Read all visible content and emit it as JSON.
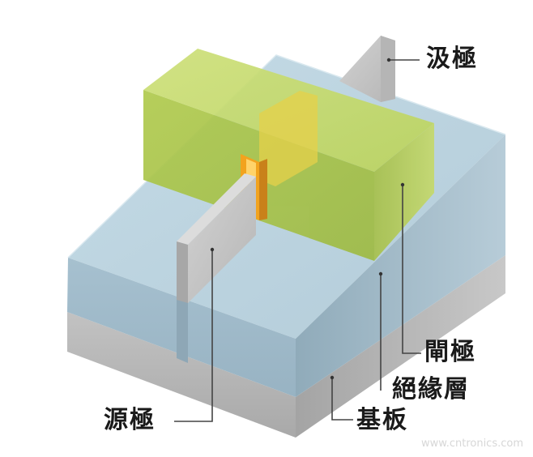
{
  "labels": {
    "drain": "汲極",
    "gate": "閘極",
    "insulator": "絕緣層",
    "source": "源極",
    "substrate": "基板"
  },
  "watermark": "www.cntronics.com",
  "colors": {
    "substrate": "#b8b8b8",
    "insulator": "#a9c4d4",
    "gate": "#b6cf54",
    "fin": "#c6c6c6",
    "channel": "#f0a21e"
  }
}
